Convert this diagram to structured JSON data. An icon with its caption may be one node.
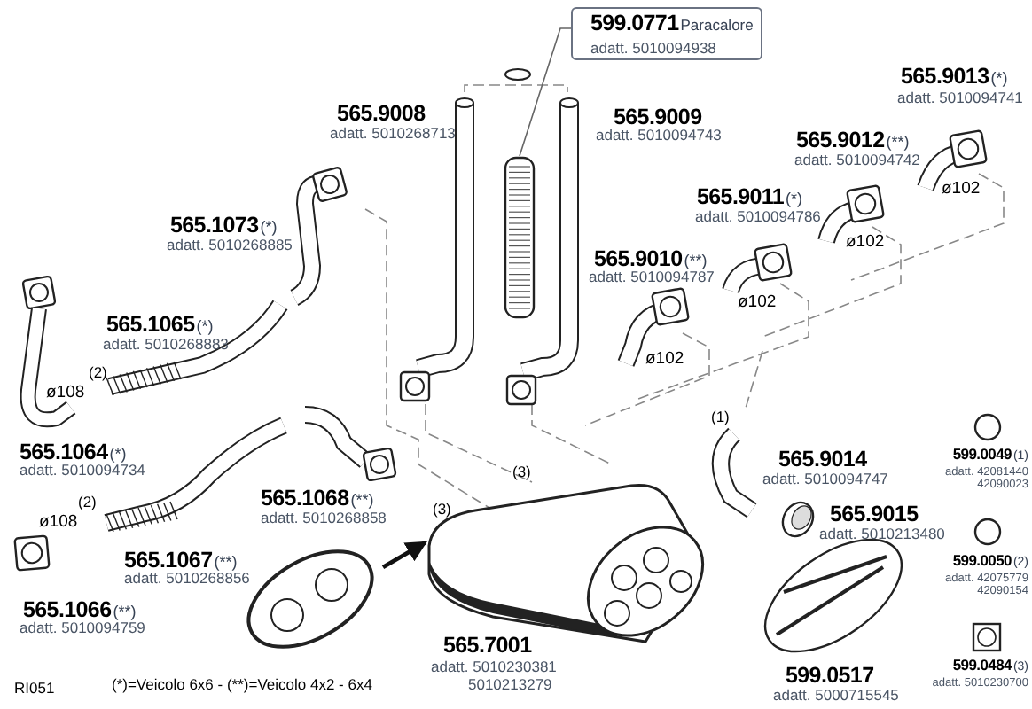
{
  "diagram": {
    "nodes": [
      {
        "text": [
          "599.0771",
          "Paracalore",
          "adatt. 5010094938"
        ]
      },
      {
        "text": [],
        "shape": "picture"
      },
      {
        "text": [],
        "shape": "picture"
      },
      {
        "text": [],
        "shape": "picture"
      }
    ],
    "edges": [
      {
        "from": 0,
        "to": 1,
        "arrow": "none"
      },
      {
        "from": 2,
        "to": 3,
        "arrow": "to",
        "style": "thick"
      }
    ],
    "labels": [
      "565.9008",
      "adatt. 5010268713",
      "565.9013",
      "(*)",
      "adatt. 5010094741",
      "565.9009",
      "adatt. 5010094743",
      "565.9012",
      "(**)",
      "adatt. 5010094742",
      "ø102",
      "565.1073",
      "(*)",
      "adatt. 5010268885",
      "565.9011",
      "(*)",
      "adatt. 5010094786",
      "ø102",
      "565.9010",
      "(**)",
      "adatt. 5010094787",
      "ø102",
      "565.1065",
      "(*)",
      "adatt. 5010268883",
      "ø102",
      "(2)",
      "ø108",
      "565.1064",
      "(*)",
      "adatt. 5010094734",
      "(1)",
      "565.9014",
      "adatt. 5010094747",
      "599.0049",
      "(1)",
      "adatt. 42081440",
      "42090023",
      "(3)",
      "(3)",
      "ø108",
      "(2)",
      "565.1068",
      "(**)",
      "adatt. 5010268858",
      "565.9015",
      "adatt. 5010213480",
      "599.0050",
      "(2)",
      "adatt. 42075779",
      "42090154",
      "565.1067",
      "(**)",
      "adatt. 5010268856",
      "565.1066",
      "(**)",
      "adatt. 5010094759",
      "565.7001",
      "adatt. 5010230381",
      "5010213279",
      "599.0517",
      "adatt. 5000715545",
      "599.0484",
      "(3)",
      "adatt. 5010230700",
      "RI051",
      "(*)=Veicolo 6x6 - (**)=Veicolo 4x2 - 6x4"
    ]
  }
}
